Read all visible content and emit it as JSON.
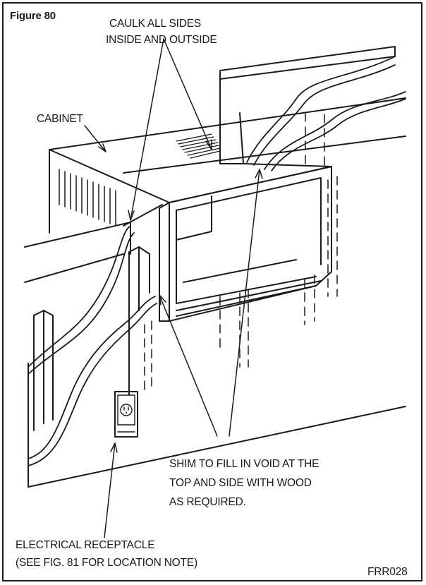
{
  "figure_label": "Figure 80",
  "caulk_note": [
    "CAULK ALL SIDES",
    "INSIDE AND OUTSIDE"
  ],
  "cabinet_label": "CABINET",
  "shim_note": [
    "SHIM TO FILL IN VOID AT THE",
    "TOP AND SIDE WITH WOOD",
    "AS REQUIRED."
  ],
  "receptacle_note": [
    "ELECTRICAL RECEPTACLE",
    "(SEE FIG. 81 FOR LOCATION NOTE)"
  ],
  "drawing_code": "FRR028",
  "colors": {
    "line": "#1a1a1a",
    "background": "#ffffff"
  }
}
